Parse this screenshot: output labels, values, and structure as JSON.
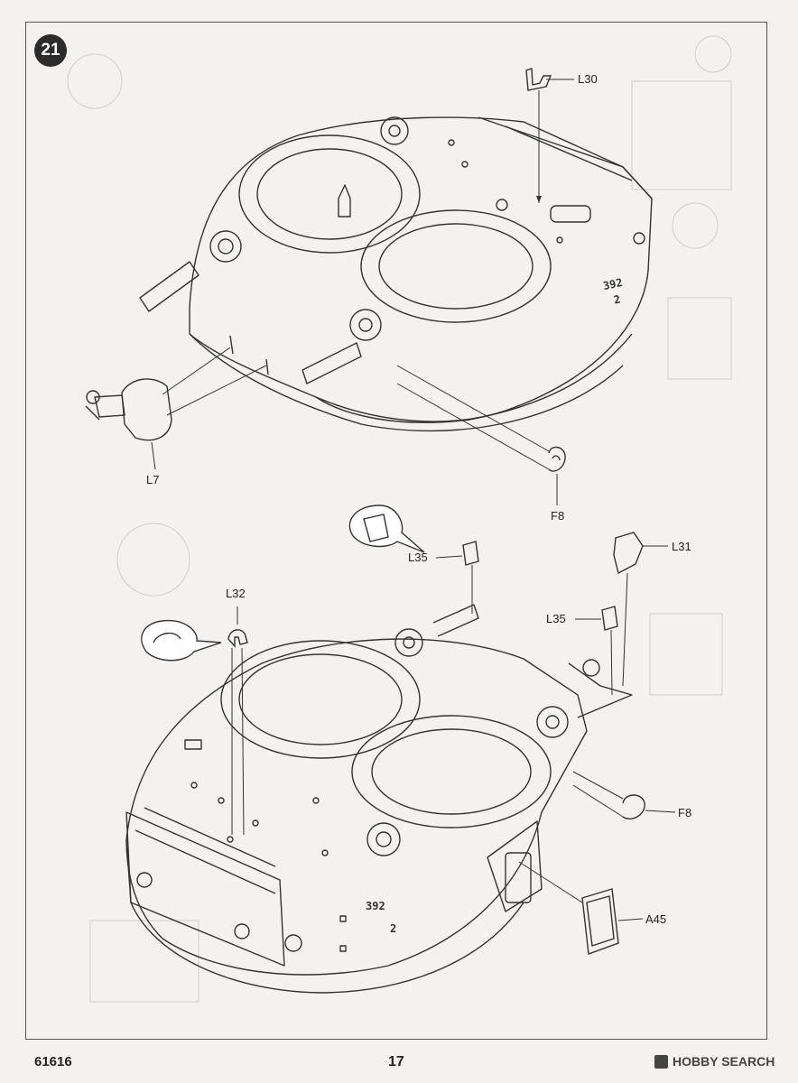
{
  "step": {
    "number": "21"
  },
  "top_view": {
    "labels": {
      "l30": "L30",
      "l7": "L7",
      "f8": "F8"
    },
    "hull_markings": {
      "number": "392",
      "sub": "2"
    }
  },
  "bottom_view": {
    "labels": {
      "l35_a": "L35",
      "l35_b": "L35",
      "l31": "L31",
      "l32": "L32",
      "f8": "F8",
      "a45": "A45"
    },
    "hull_markings": {
      "number": "392",
      "sub": "2"
    }
  },
  "footer": {
    "code": "61616",
    "page": "17",
    "watermark": "HOBBY SEARCH"
  }
}
